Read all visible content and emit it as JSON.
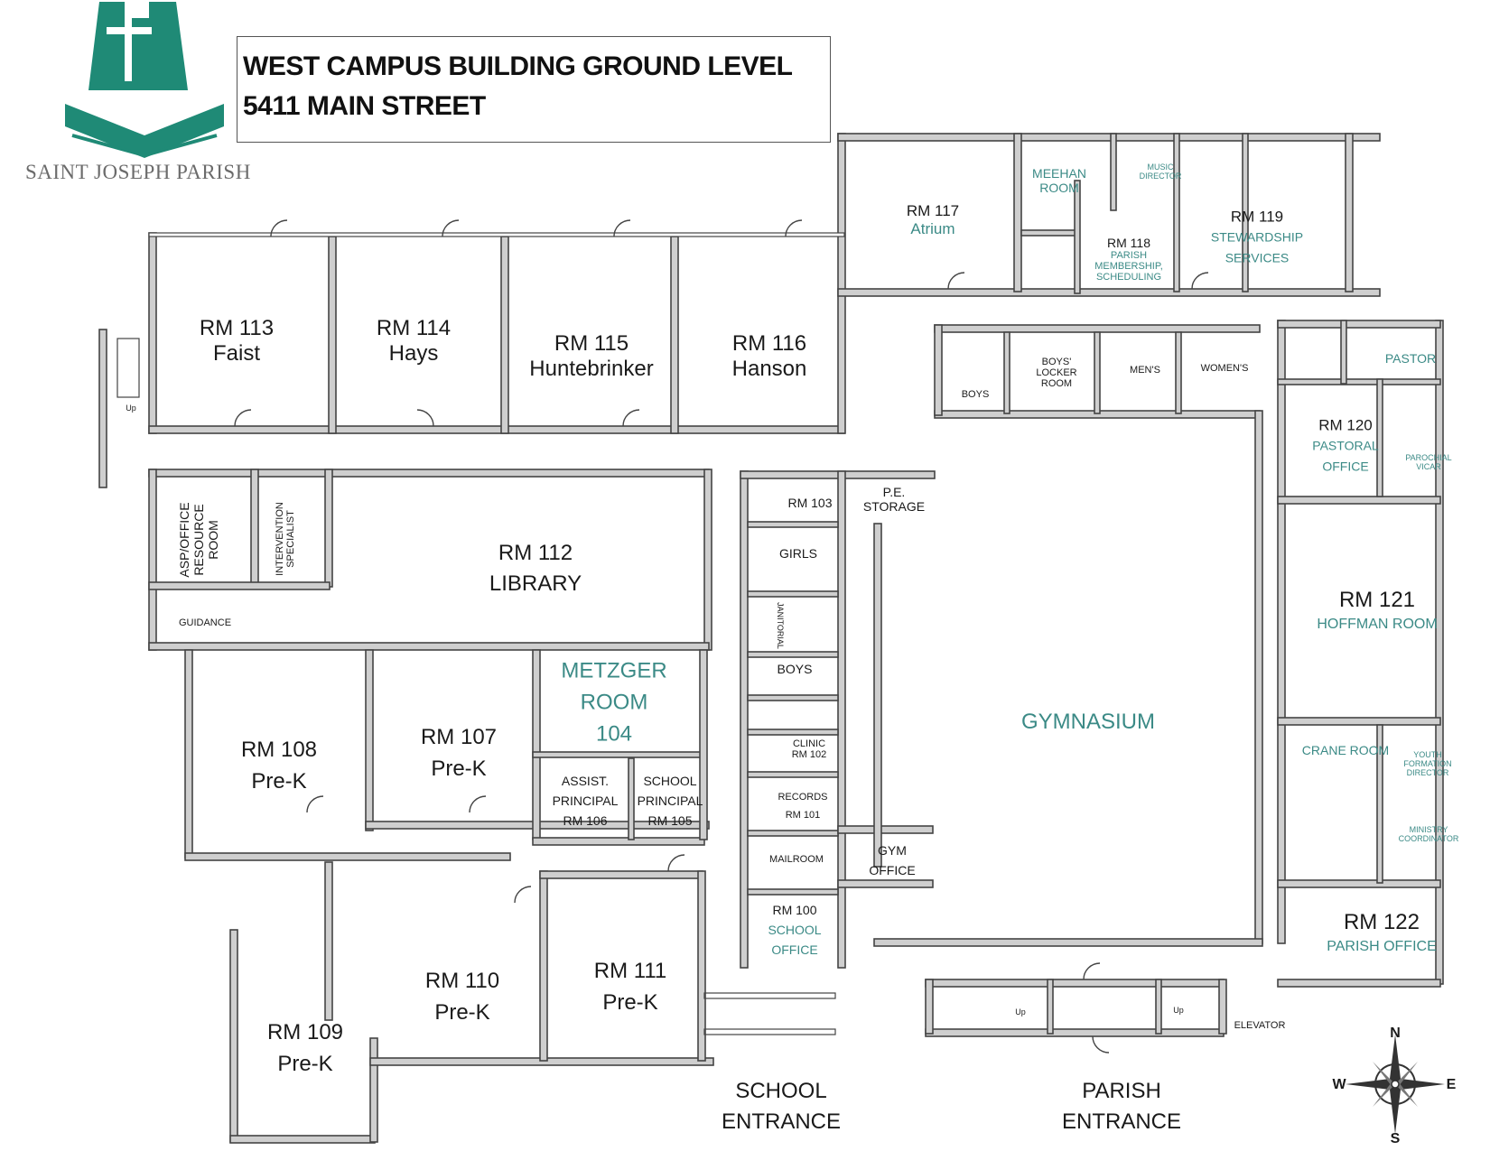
{
  "header": {
    "title_line1": "WEST CAMPUS BUILDING GROUND LEVEL",
    "title_line2": "5411 MAIN STREET"
  },
  "logo": {
    "name": "SAINT JOSEPH PARISH",
    "color": "#1f8a76"
  },
  "colors": {
    "wall_fill": "#cfcfcf",
    "label_accent": "#3b8a86"
  },
  "rooms": {
    "rm113": {
      "number": "RM 113",
      "name": "Faist"
    },
    "rm114": {
      "number": "RM 114",
      "name": "Hays"
    },
    "rm115": {
      "number": "RM 115",
      "name": "Huntebrinker"
    },
    "rm116": {
      "number": "RM 116",
      "name": "Hanson"
    },
    "rm117": {
      "number": "RM 117",
      "name": "Atrium"
    },
    "meehan": {
      "line1": "MEEHAN",
      "line2": "ROOM"
    },
    "music": {
      "line1": "MUSIC",
      "line2": "DIRECTOR"
    },
    "rm118": {
      "number": "RM 118",
      "line1": "PARISH",
      "line2": "MEMBERSHIP,",
      "line3": "SCHEDULING"
    },
    "rm119": {
      "number": "RM 119",
      "line1": "STEWARDSHIP",
      "line2": "SERVICES"
    },
    "boys_rr": "BOYS",
    "boys_locker": {
      "line1": "BOYS'",
      "line2": "LOCKER",
      "line3": "ROOM"
    },
    "mens": "MEN'S",
    "womens": "WOMEN'S",
    "pastor": "PASTOR",
    "rm120": {
      "number": "RM 120",
      "line1": "PASTORAL",
      "line2": "OFFICE"
    },
    "parochial": {
      "line1": "PAROCHIAL",
      "line2": "VICAR"
    },
    "rm121": {
      "number": "RM 121",
      "name": "HOFFMAN ROOM"
    },
    "crane": "CRANE ROOM",
    "youth": {
      "line1": "YOUTH",
      "line2": "FORMATION",
      "line3": "DIRECTOR"
    },
    "ministry": {
      "line1": "MINISTRY",
      "line2": "COORDINATOR"
    },
    "rm122": {
      "number": "RM 122",
      "name": "PARISH OFFICE"
    },
    "asp": {
      "line1": "ASP/OFFICE",
      "line2": "RESOURCE",
      "line3": "ROOM"
    },
    "intervention": {
      "line1": "INTERVENTION",
      "line2": "SPECIALIST"
    },
    "guidance": "GUIDANCE",
    "rm112": {
      "number": "RM 112",
      "name": "LIBRARY"
    },
    "rm103": "RM 103",
    "pe_storage": {
      "line1": "P.E.",
      "line2": "STORAGE"
    },
    "girls": "GIRLS",
    "janitorial": "JANITORIAL",
    "boys": "BOYS",
    "clinic": {
      "line1": "CLINIC",
      "line2": "RM 102"
    },
    "records": {
      "line1": "RECORDS",
      "line2": "RM 101"
    },
    "mailroom": "MAILROOM",
    "rm100": {
      "number": "RM 100",
      "line1": "SCHOOL",
      "line2": "OFFICE"
    },
    "gym_office": {
      "line1": "GYM",
      "line2": "OFFICE"
    },
    "gymnasium": "GYMNASIUM",
    "metzger": {
      "line1": "METZGER",
      "line2": "ROOM",
      "line3": "104"
    },
    "rm106": {
      "line1": "ASSIST.",
      "line2": "PRINCIPAL",
      "line3": "RM 106"
    },
    "rm105": {
      "line1": "SCHOOL",
      "line2": "PRINCIPAL",
      "line3": "RM 105"
    },
    "rm108": {
      "number": "RM 108",
      "name": "Pre-K"
    },
    "rm107": {
      "number": "RM 107",
      "name": "Pre-K"
    },
    "rm109": {
      "number": "RM 109",
      "name": "Pre-K"
    },
    "rm110": {
      "number": "RM 110",
      "name": "Pre-K"
    },
    "rm111": {
      "number": "RM 111",
      "name": "Pre-K"
    },
    "elevator": "ELEVATOR"
  },
  "entrances": {
    "school": {
      "line1": "SCHOOL",
      "line2": "ENTRANCE"
    },
    "parish": {
      "line1": "PARISH",
      "line2": "ENTRANCE"
    }
  },
  "stairs_label": "Up",
  "compass": {
    "n": "N",
    "s": "S",
    "e": "E",
    "w": "W"
  }
}
